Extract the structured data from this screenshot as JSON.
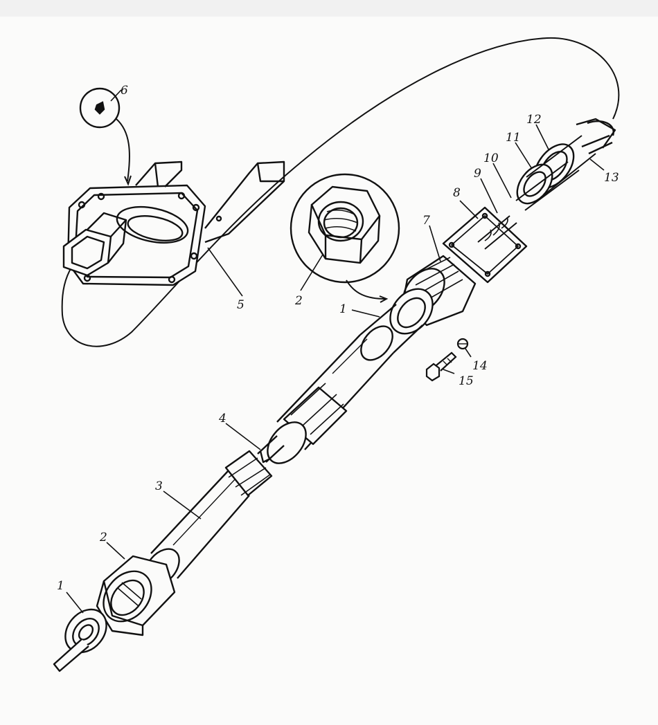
{
  "diagram": {
    "labels": [
      {
        "id": "callout-1-lower",
        "text": "1"
      },
      {
        "id": "callout-2-lower",
        "text": "2"
      },
      {
        "id": "callout-3",
        "text": "3"
      },
      {
        "id": "callout-4",
        "text": "4"
      },
      {
        "id": "callout-5",
        "text": "5"
      },
      {
        "id": "callout-6",
        "text": "6"
      },
      {
        "id": "callout-2-upper",
        "text": "2"
      },
      {
        "id": "callout-1-upper",
        "text": "1"
      },
      {
        "id": "callout-7",
        "text": "7"
      },
      {
        "id": "callout-8",
        "text": "8"
      },
      {
        "id": "callout-9",
        "text": "9"
      },
      {
        "id": "callout-10",
        "text": "10"
      },
      {
        "id": "callout-11",
        "text": "11"
      },
      {
        "id": "callout-12",
        "text": "12"
      },
      {
        "id": "callout-13",
        "text": "13"
      },
      {
        "id": "callout-14",
        "text": "14"
      },
      {
        "id": "callout-15",
        "text": "15"
      }
    ],
    "colors": {
      "ink": "#111111",
      "paper": "#fbfbfa",
      "topbar": "#f1f1f1"
    }
  }
}
